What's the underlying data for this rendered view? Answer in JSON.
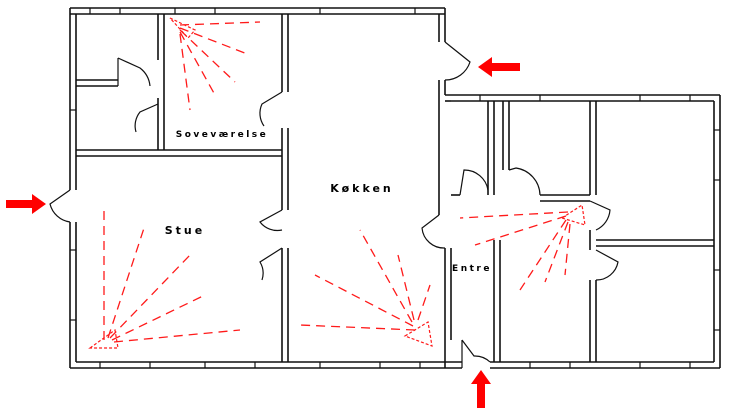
{
  "rooms": {
    "sovevaerelse": "Soveværelse",
    "koekken": "Køkken",
    "stue": "Stue",
    "entre": "Entre"
  },
  "colors": {
    "walls": "#111111",
    "arrows": "#ff0000",
    "camera_views": "#ff1a1a"
  },
  "icons": {
    "entry_arrow": "arrow-icon",
    "camera": "camera-icon"
  }
}
